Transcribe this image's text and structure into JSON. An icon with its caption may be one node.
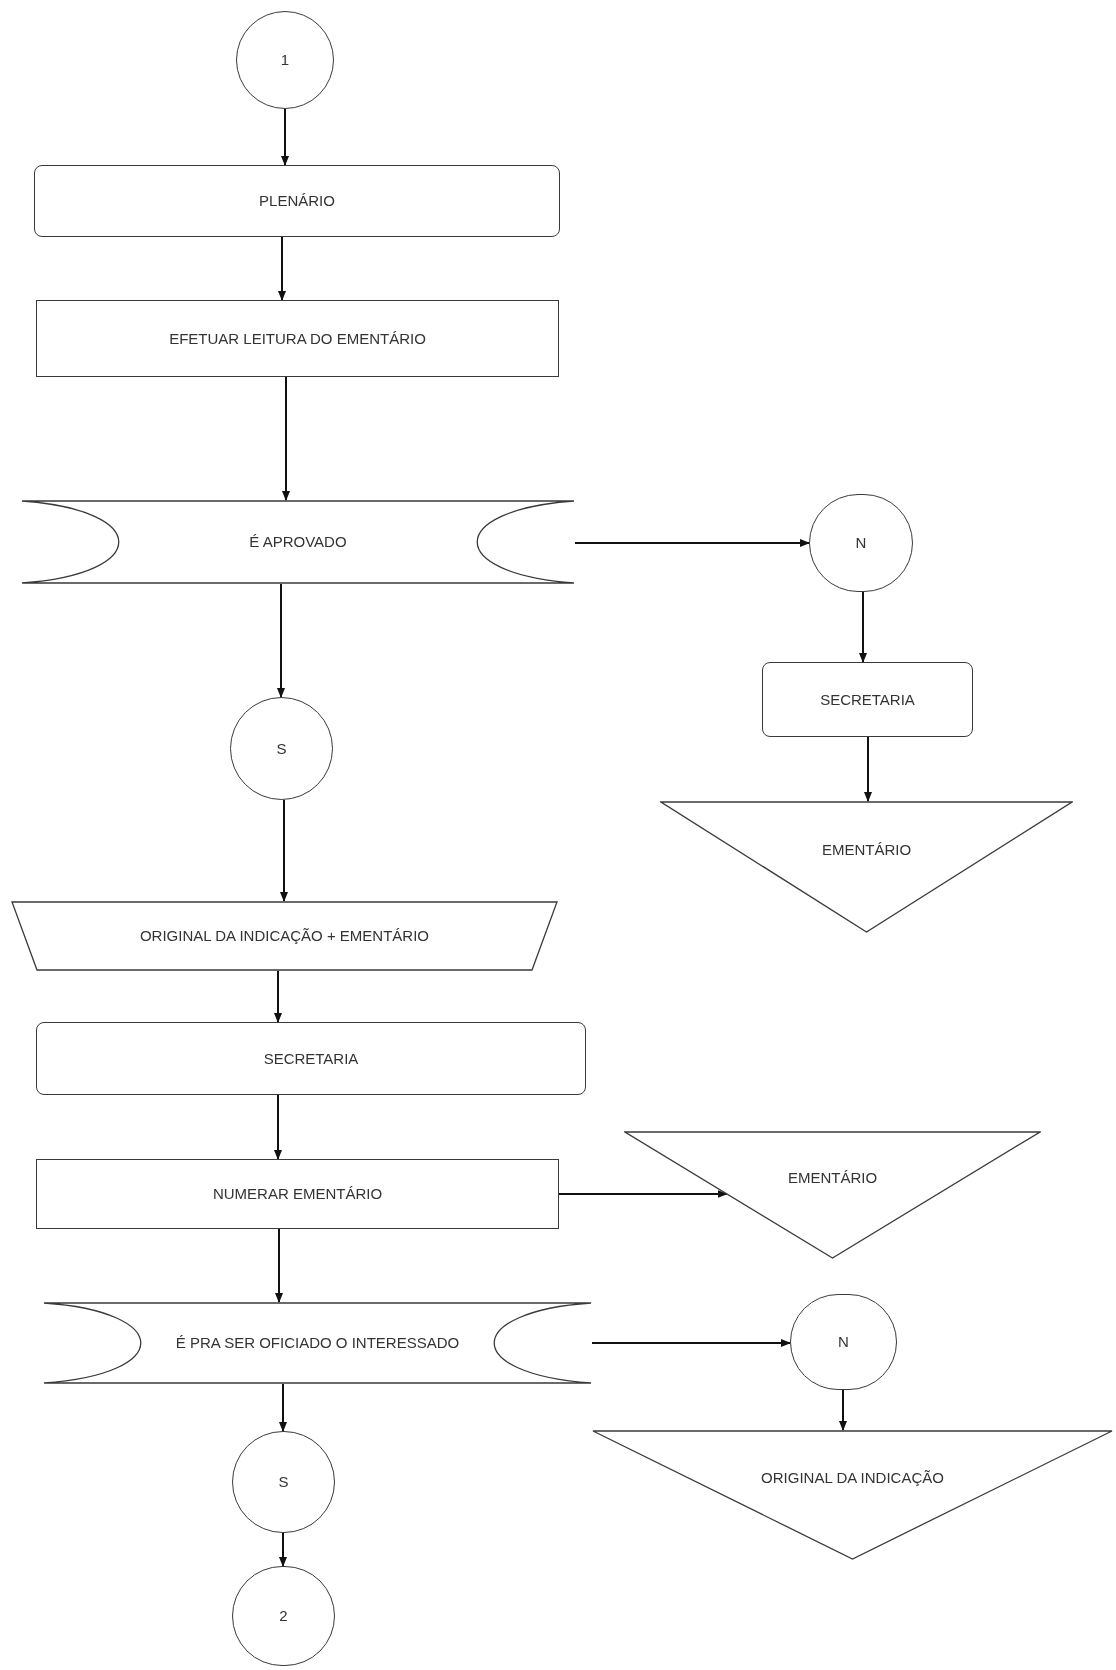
{
  "diagram": {
    "nodes": [
      {
        "text": [
          "1"
        ]
      },
      {
        "text": [
          "PLENÁRIO"
        ]
      },
      {
        "text": [
          "EFETUAR LEITURA DO EMENTÁRIO"
        ]
      },
      {
        "text": [
          "É APROVADO"
        ]
      },
      {
        "text": [
          "N"
        ]
      },
      {
        "text": [
          "SECRETARIA"
        ]
      },
      {
        "text": [
          "EMENTÁRIO"
        ]
      },
      {
        "text": [
          "S"
        ]
      },
      {
        "text": [
          "ORIGINAL DA INDICAÇÃO + EMENTÁRIO"
        ]
      },
      {
        "text": [
          "SECRETARIA"
        ]
      },
      {
        "text": [
          "NUMERAR EMENTÁRIO"
        ]
      },
      {
        "text": [
          "EMENTÁRIO"
        ]
      },
      {
        "text": [
          "É PRA SER OFICIADO O INTERESSADO"
        ]
      },
      {
        "text": [
          "N"
        ]
      },
      {
        "text": [
          "ORIGINAL DA INDICAÇÃO"
        ]
      },
      {
        "text": [
          "S"
        ]
      },
      {
        "text": [
          "2"
        ]
      }
    ],
    "edges": [
      {
        "from": 0,
        "to": 1,
        "arrow": "to"
      },
      {
        "from": 1,
        "to": 2,
        "arrow": "to"
      },
      {
        "from": 2,
        "to": 3,
        "arrow": "to"
      },
      {
        "from": 3,
        "to": 4,
        "arrow": "to"
      },
      {
        "from": 4,
        "to": 5,
        "arrow": "to"
      },
      {
        "from": 5,
        "to": 6,
        "arrow": "to"
      },
      {
        "from": 3,
        "to": 7,
        "arrow": "to"
      },
      {
        "from": 7,
        "to": 8,
        "arrow": "to"
      },
      {
        "from": 8,
        "to": 9,
        "arrow": "to"
      },
      {
        "from": 9,
        "to": 10,
        "arrow": "to"
      },
      {
        "from": 10,
        "to": 11,
        "arrow": "to"
      },
      {
        "from": 10,
        "to": 12,
        "arrow": "to"
      },
      {
        "from": 12,
        "to": 13,
        "arrow": "to"
      },
      {
        "from": 13,
        "to": 14,
        "arrow": "to"
      },
      {
        "from": 12,
        "to": 15,
        "arrow": "to"
      },
      {
        "from": 15,
        "to": 16,
        "arrow": "to"
      }
    ]
  }
}
